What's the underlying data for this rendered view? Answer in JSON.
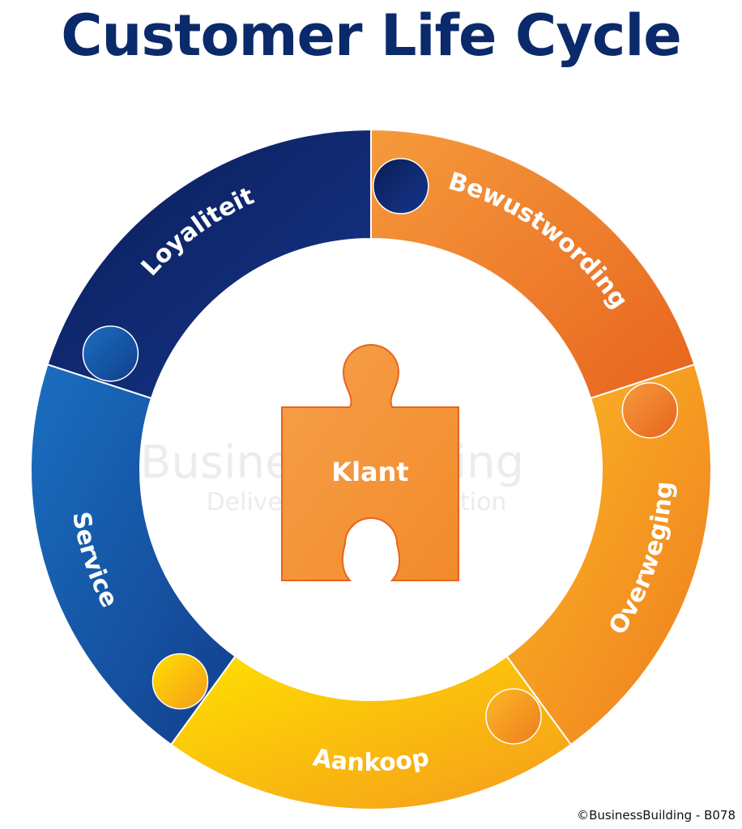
{
  "title": "Customer Life Cycle",
  "center": {
    "label": "Klant"
  },
  "segments": [
    {
      "label": "Bewustwording",
      "color_start": "#f59a3c",
      "color_end": "#e8641e"
    },
    {
      "label": "Overweging",
      "color_start": "#fbb924",
      "color_end": "#ef7c20"
    },
    {
      "label": "Aankoop",
      "color_start": "#ffe000",
      "color_end": "#f59a1c"
    },
    {
      "label": "Service",
      "color_start": "#1a6ec0",
      "color_end": "#123f8c"
    },
    {
      "label": "Loyaliteit",
      "color_start": "#0a1d58",
      "color_end": "#16358a"
    }
  ],
  "watermark": {
    "line1": "BusinessBuilding",
    "line2": "Delivering Your Ambition"
  },
  "copyright": "©BusinessBuilding - B078",
  "colors": {
    "title": "#0b2a6b",
    "center_piece": "#f28a2a"
  }
}
